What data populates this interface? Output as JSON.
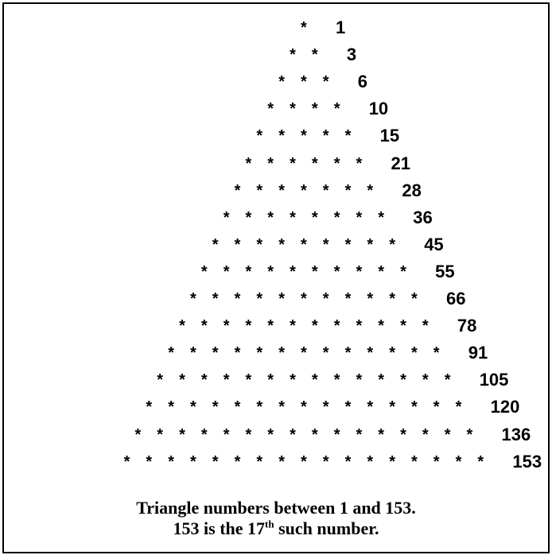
{
  "diagram": {
    "star_glyph": "*",
    "rows": [
      {
        "stars": 1,
        "label": "1"
      },
      {
        "stars": 2,
        "label": "3"
      },
      {
        "stars": 3,
        "label": "6"
      },
      {
        "stars": 4,
        "label": "10"
      },
      {
        "stars": 5,
        "label": "15"
      },
      {
        "stars": 6,
        "label": "21"
      },
      {
        "stars": 7,
        "label": "28"
      },
      {
        "stars": 8,
        "label": "36"
      },
      {
        "stars": 9,
        "label": "45"
      },
      {
        "stars": 10,
        "label": "55"
      },
      {
        "stars": 11,
        "label": "66"
      },
      {
        "stars": 12,
        "label": "78"
      },
      {
        "stars": 13,
        "label": "91"
      },
      {
        "stars": 14,
        "label": "105"
      },
      {
        "stars": 15,
        "label": "120"
      },
      {
        "stars": 16,
        "label": "136"
      },
      {
        "stars": 17,
        "label": "153"
      }
    ]
  },
  "caption": {
    "line1": "Triangle numbers between 1 and 153.",
    "line2_prefix": "153 is the 17",
    "line2_superscript": "th",
    "line2_suffix": " such number."
  }
}
